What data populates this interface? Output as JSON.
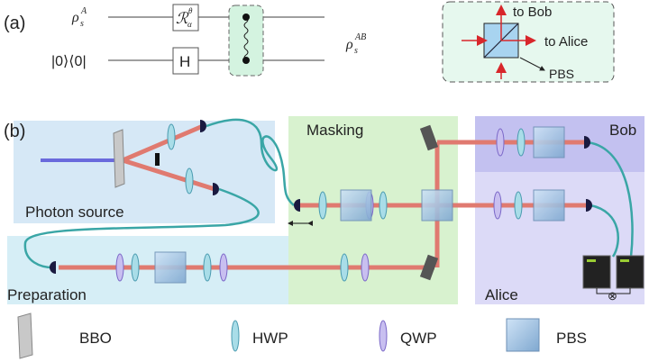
{
  "panel_a": {
    "label": "(a)",
    "input_top": "ρ",
    "input_top_sup": "A",
    "input_top_sub": "s",
    "input_bottom": "|0⟩⟨0|",
    "gate_top": "ℛ",
    "gate_top_sup": "θ",
    "gate_top_sub": "α",
    "gate_bottom": "H",
    "output": "ρ",
    "output_sup": "AB",
    "output_sub": "s",
    "inset": {
      "to_bob": "to Bob",
      "to_alice": "to Alice",
      "pbs": "PBS"
    }
  },
  "panel_b": {
    "label": "(b)",
    "regions": {
      "photon_source": "Photon source",
      "preparation": "Preparation",
      "masking": "Masking",
      "bob": "Bob",
      "alice": "Alice"
    },
    "coincidence_symbol": "⊗"
  },
  "legend": [
    {
      "icon": "bbo-crystal",
      "label": "BBO"
    },
    {
      "icon": "hwp-plate",
      "label": "HWP"
    },
    {
      "icon": "qwp-plate",
      "label": "QWP"
    },
    {
      "icon": "pbs-cube",
      "label": "PBS"
    }
  ],
  "colors": {
    "beam": "#e07a70",
    "pump": "#6a6adc",
    "fiber": "#3aa6a6",
    "source_bg": "#d6e8f6",
    "masking_bg": "#d8f2cf",
    "bob_bg": "#c3c1f0",
    "alice_bg": "#dcdaf7",
    "arrow": "#d8262a"
  }
}
